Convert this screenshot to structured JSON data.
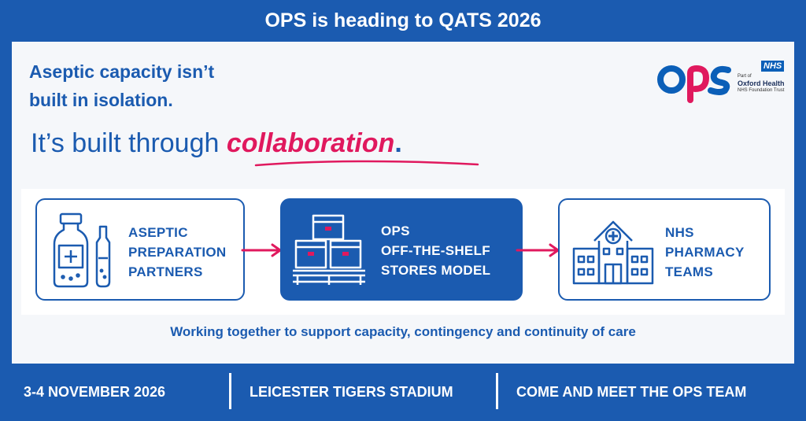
{
  "banner": {
    "title": "OPS is heading to QATS 2026"
  },
  "headline": {
    "line1": "Aseptic capacity isn’t",
    "line2": "built in isolation."
  },
  "tagline": {
    "prefix": "It’s built through ",
    "emphasis": "collaboration",
    "suffix": "."
  },
  "logo": {
    "nhs": "NHS",
    "part_of": "Part of",
    "org": "Oxford Health",
    "trust": "NHS Foundation Trust"
  },
  "flow": [
    {
      "lines": [
        "ASEPTIC",
        "PREPARATION",
        "PARTNERS"
      ],
      "icon": "vial-icon"
    },
    {
      "lines": [
        "OPS",
        "OFF-THE-SHELF",
        "STORES MODEL"
      ],
      "icon": "pallet-boxes-icon"
    },
    {
      "lines": [
        "NHS",
        "PHARMACY",
        "TEAMS"
      ],
      "icon": "hospital-icon"
    }
  ],
  "working_together": "Working together to support capacity, contingency and continuity of care",
  "footer": {
    "dates": "3-4 NOVEMBER 2026",
    "venue": "LEICESTER TIGERS STADIUM",
    "cta": "COME AND MEET THE OPS TEAM"
  },
  "colors": {
    "brand_blue": "#1b5bb0",
    "accent_pink": "#e0195e",
    "panel": "#f5f7fa"
  }
}
